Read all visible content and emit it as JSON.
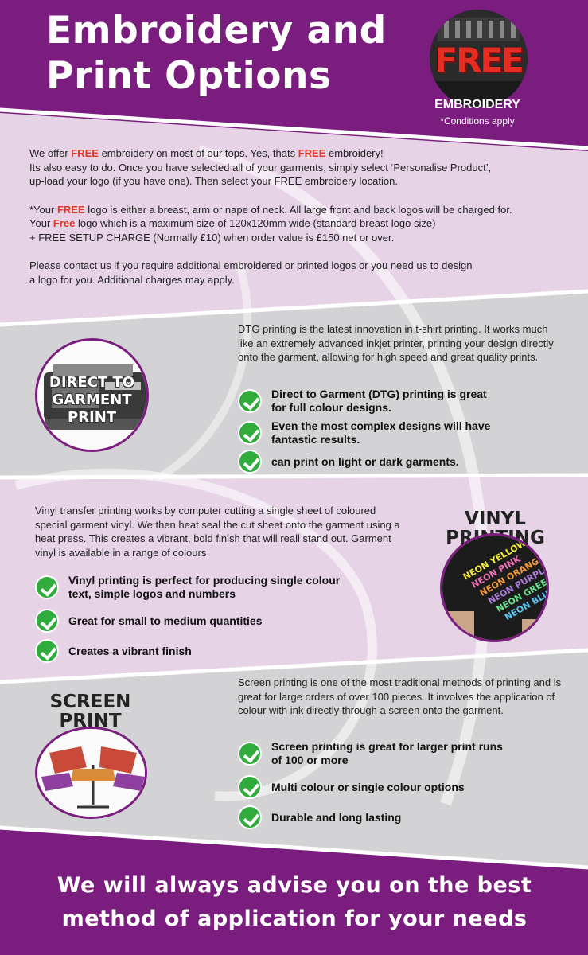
{
  "header": {
    "title_line1": "Embroidery and",
    "title_line2": "Print Options"
  },
  "badge": {
    "free": "FREE",
    "embroidery": "EMBROIDERY",
    "conditions": "*Conditions apply"
  },
  "intro": {
    "p1_a": "We offer ",
    "p1_free1": "FREE",
    "p1_b": " embroidery on most of our tops. Yes, thats ",
    "p1_free2": "FREE",
    "p1_c": " embroidery!",
    "p1_line2": "Its also easy to do. Once you have selected all of your garments, simply select ‘Personalise Product’,",
    "p1_line3": "up-load your logo (if you have one). Then select your FREE embroidery location.",
    "p2_a": "*Your ",
    "p2_free": "FREE",
    "p2_b": " logo is either a breast, arm or nape of neck. All large front and back logos will be charged for.",
    "p2_c": "Your ",
    "p2_free2": "Free",
    "p2_d": " logo which is a maximum size of 120x120mm wide (standard breast logo size)",
    "p2_line3": "+ FREE SETUP CHARGE (Normally £10) when order value is £150 net or over.",
    "p3_line1": "Please contact us if you require additional embroidered or printed logos or you need us to design",
    "p3_line2": "a logo for you. Additional charges may apply."
  },
  "dtg": {
    "label": "DIRECT TO GARMENT PRINT",
    "description": "DTG printing is the latest innovation in t-shirt printing. It works much like an extremely advanced inkjet printer, printing your design directly onto the garment, allowing for high speed and great quality prints.",
    "bullets": [
      "Direct to Garment (DTG) printing is great for full colour designs.",
      "Even the most complex designs will have fantastic results.",
      "can print on light or dark garments."
    ]
  },
  "vinyl": {
    "title": "VINYL PRINTING",
    "description": "Vinyl transfer printing works by computer cutting a single sheet of coloured special garment vinyl. We then heat seal the cut sheet onto the garment using a heat press. This creates a vibrant, bold finish that will reall stand out. Garment vinyl is available in a range of colours",
    "bullets": [
      "Vinyl printing is perfect for producing single colour text, simple logos and numbers",
      "Great for small to medium quantities",
      "Creates a vibrant finish"
    ],
    "shirt_words": [
      "NEON YELLOW",
      "NEON PINK",
      "NEON ORANGE",
      "NEON PURPLE",
      "NEON GREEN",
      "NEON BLUE"
    ]
  },
  "screen": {
    "title": "SCREEN PRINT",
    "description": "Screen printing is one of the most traditional methods of printing and is great for large orders of over 100 pieces. It involves the application of colour with ink directly through a screen onto the garment.",
    "bullets": [
      "Screen printing is great for larger print runs of 100 or more",
      "Multi colour or single colour options",
      "Durable and long lasting"
    ]
  },
  "footer": {
    "line1": "We will always advise you on the best",
    "line2": "method of application for your needs"
  },
  "colors": {
    "purple": "#7a1d7e",
    "light_purple": "#e6d3e6",
    "grey": "#d3d3d5",
    "red": "#e0392b",
    "green": "#2fac3b"
  }
}
